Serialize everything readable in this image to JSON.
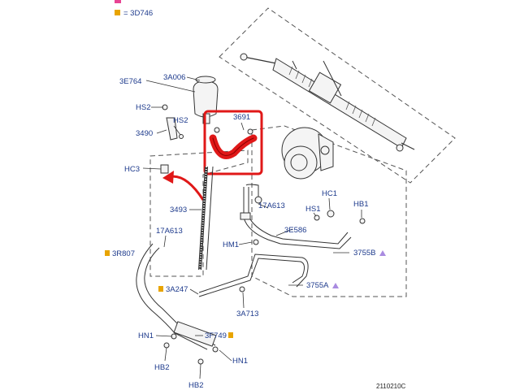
{
  "legend": {
    "top_marker_color": "#e84393",
    "item_marker_color": "#e8a400",
    "item_text": "= 3D746"
  },
  "labels": {
    "3E764": "3E764",
    "3A006": "3A006",
    "HS2_a": "HS2",
    "HS2_b": "HS2",
    "3490": "3490",
    "HC3": "HC3",
    "3691": "3691",
    "3493": "3493",
    "17A613_a": "17A613",
    "17A613_b": "17A613",
    "3R807": "3R807",
    "3A247": "3A247",
    "HN1_a": "HN1",
    "HN1_b": "HN1",
    "HB2_a": "HB2",
    "HB2_b": "HB2",
    "3F749": "3F749",
    "HM1": "HM1",
    "3E586": "3E586",
    "HC1": "HC1",
    "HS1": "HS1",
    "HB1": "HB1",
    "3755B": "3755B",
    "3755A": "3755A",
    "3A713": "3A713"
  },
  "markers": {
    "amber_color": "#e8a400",
    "triangle_color": "#a98be0"
  },
  "highlight": {
    "frame_color": "#e01818",
    "hose_color": "#e01818",
    "arrow_color": "#e01818"
  },
  "figure_id": "2110210C"
}
